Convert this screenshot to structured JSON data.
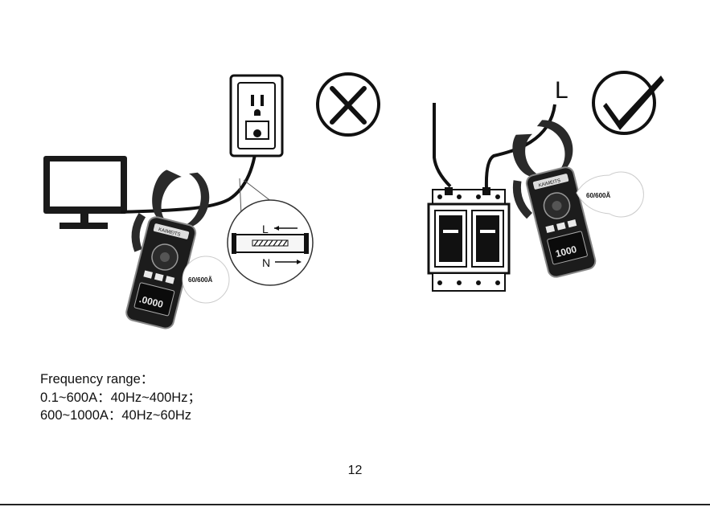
{
  "illustrations": {
    "wrong_example": {
      "conductor_labels": {
        "line": "L",
        "neutral": "N"
      },
      "meter": {
        "brand": "KAIMEITS",
        "range_label": "60/600Ã",
        "display": ".0000"
      }
    },
    "right_example": {
      "line_label": "L",
      "meter": {
        "brand": "KAIMEITS",
        "range_label": "60/600Ã",
        "display": "1000"
      }
    }
  },
  "spec": {
    "title": "Frequency range：",
    "line1": "0.1~600A：40Hz~400Hz；",
    "line2": "600~1000A：40Hz~60Hz"
  },
  "page_number": "12"
}
